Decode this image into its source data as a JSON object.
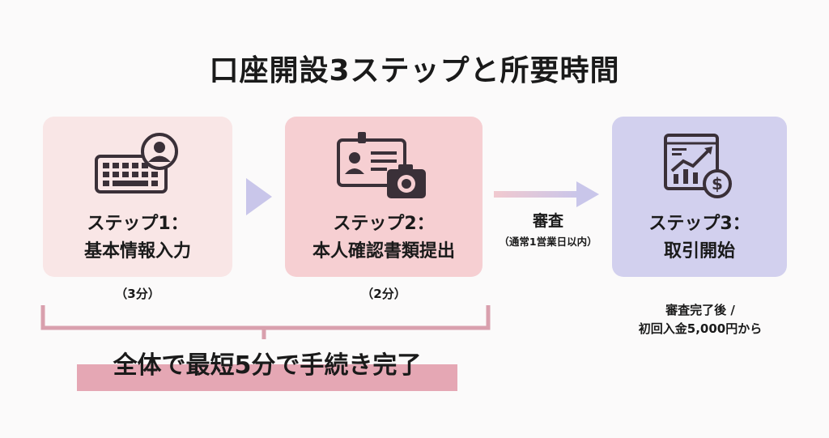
{
  "title": "口座開設3ステップと所要時間",
  "steps": [
    {
      "line1": "ステップ1：",
      "line2": "基本情報入力",
      "time": "（3分）"
    },
    {
      "line1": "ステップ2：",
      "line2": "本人確認書類提出",
      "time": "（2分）"
    },
    {
      "line1": "ステップ3：",
      "line2": "取引開始",
      "note1": "審査完了後 /",
      "note2": "初回入金5,000円から"
    }
  ],
  "review": {
    "label": "審査",
    "sub": "（通常1営業日以内）"
  },
  "summary": "全体で最短5分で手続き完了",
  "colors": {
    "card1": "#f9e6e6",
    "card2": "#f6cfd2",
    "card3": "#d2d0ee",
    "arrow": "#c9c6ea",
    "bracket": "#d9a0ad",
    "highlight": "#e5a7b4"
  },
  "icons": [
    "keyboard-user-icon",
    "id-card-camera-icon",
    "growth-chart-dollar-icon"
  ]
}
